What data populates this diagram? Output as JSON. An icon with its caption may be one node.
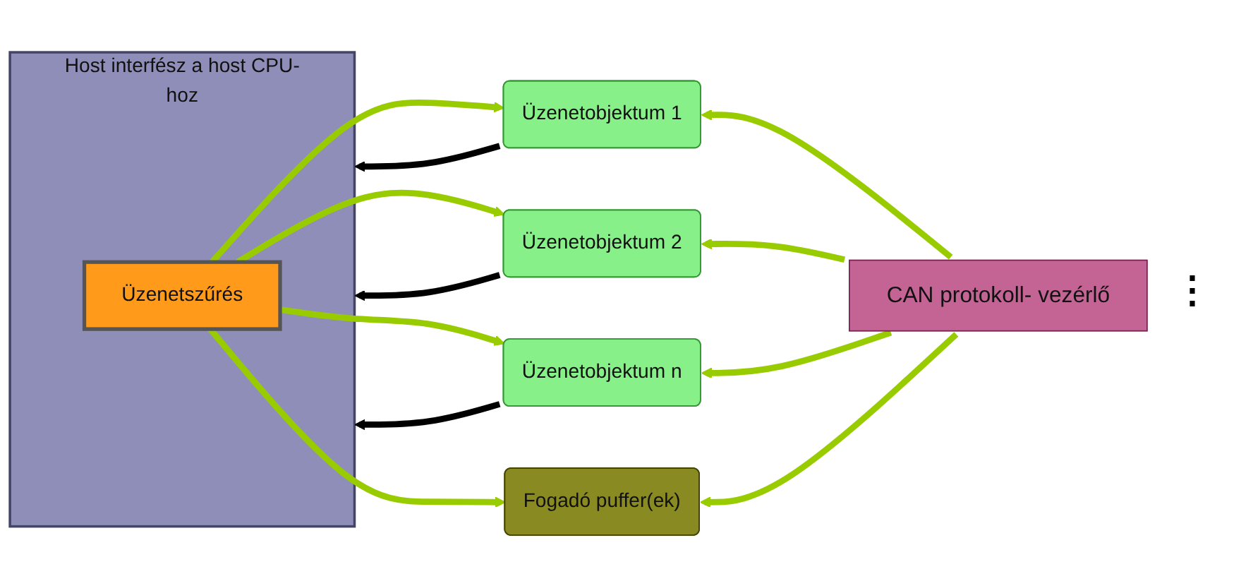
{
  "diagram": {
    "nodes": [
      {
        "text": [
          "Host interfész a host CPU-hoz"
        ]
      },
      {
        "text": [
          "Üzenetszűrés"
        ],
        "in": 0
      },
      {
        "text": [
          "Üzenetobjektum 1"
        ]
      },
      {
        "text": [
          "Üzenetobjektum 2"
        ]
      },
      {
        "text": [
          "Üzenetobjektum n"
        ]
      },
      {
        "text": [
          "Fogadó puffer(ek)"
        ]
      },
      {
        "text": [
          "CAN protokoll- vezérlő"
        ]
      }
    ],
    "edges": [
      {
        "from": 1,
        "to": 2,
        "arrow": "to"
      },
      {
        "from": 1,
        "to": 3,
        "arrow": "to"
      },
      {
        "from": 1,
        "to": 4,
        "arrow": "to"
      },
      {
        "from": 1,
        "to": 5,
        "arrow": "to"
      },
      {
        "from": 2,
        "to": 0,
        "arrow": "to",
        "color": "#000000"
      },
      {
        "from": 3,
        "to": 0,
        "arrow": "to",
        "color": "#000000"
      },
      {
        "from": 4,
        "to": 0,
        "arrow": "to",
        "color": "#000000"
      },
      {
        "from": 6,
        "to": 2,
        "arrow": "to"
      },
      {
        "from": 6,
        "to": 3,
        "arrow": "to"
      },
      {
        "from": 6,
        "to": 4,
        "arrow": "to"
      },
      {
        "from": 6,
        "to": 5,
        "arrow": "to"
      }
    ],
    "labels": [
      "⋮"
    ]
  }
}
